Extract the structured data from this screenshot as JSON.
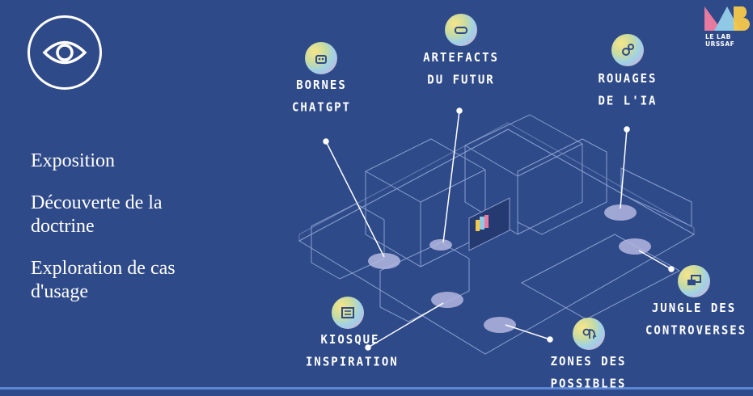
{
  "logo": {
    "text": "LE LAB URSSAF"
  },
  "menu": [
    {
      "label": "Exposition"
    },
    {
      "label": "Découverte de la doctrine"
    },
    {
      "label": "Exploration de cas d'usage"
    }
  ],
  "zones": [
    {
      "id": "bornes",
      "lines": [
        "BORNES",
        "CHATGPT"
      ],
      "icon": "chatbot-icon"
    },
    {
      "id": "artefacts",
      "lines": [
        "ARTEFACTS",
        "DU FUTUR"
      ],
      "icon": "vr-headset-icon"
    },
    {
      "id": "rouages",
      "lines": [
        "ROUAGES",
        "DE L'IA"
      ],
      "icon": "gears-icon"
    },
    {
      "id": "jungle",
      "lines": [
        "JUNGLE DES",
        "CONTROVERSES"
      ],
      "icon": "debate-bubbles-icon"
    },
    {
      "id": "zones",
      "lines": [
        "ZONES DES",
        "POSSIBLES"
      ],
      "icon": "idea-head-icon"
    },
    {
      "id": "kiosque",
      "lines": [
        "KIOSQUE",
        "INSPIRATION"
      ],
      "icon": "newspaper-icon"
    }
  ],
  "colors": {
    "background": "#2f4a89",
    "accent_pink": "#e8799f",
    "accent_blue": "#8fc9e6",
    "accent_yellow": "#f5c84a"
  }
}
